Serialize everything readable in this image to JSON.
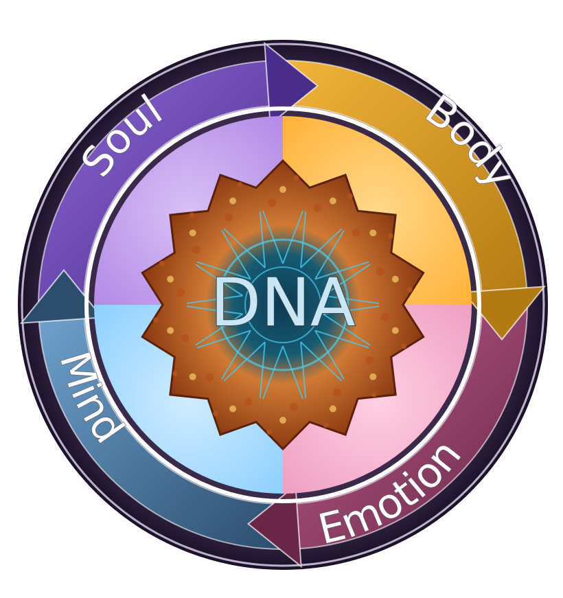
{
  "center": {
    "label": "DNA"
  },
  "segments": [
    {
      "id": "soul",
      "label": "Soul",
      "ring": "#4a2d8a",
      "ringLight": "#8e66d6",
      "fill": "#b48ae6",
      "fillLight": "#d8c0f6"
    },
    {
      "id": "body",
      "label": "Body",
      "ring": "#b27a12",
      "ringLight": "#f1b43a",
      "fill": "#ffb238",
      "fillLight": "#ffd88a"
    },
    {
      "id": "emotion",
      "label": "Emotion",
      "ring": "#6a2646",
      "ringLight": "#c06090",
      "fill": "#ef9fc2",
      "fillLight": "#ffd0e4"
    },
    {
      "id": "mind",
      "label": "Mind",
      "ring": "#2c4d6e",
      "ringLight": "#6fa3cf",
      "fill": "#8ed0ff",
      "fillLight": "#d0ecff"
    }
  ],
  "colors": {
    "outer": "#1a1028",
    "bloom": "#8c3a12",
    "bloomLight": "#d07a34",
    "net": "#49c9e8"
  }
}
